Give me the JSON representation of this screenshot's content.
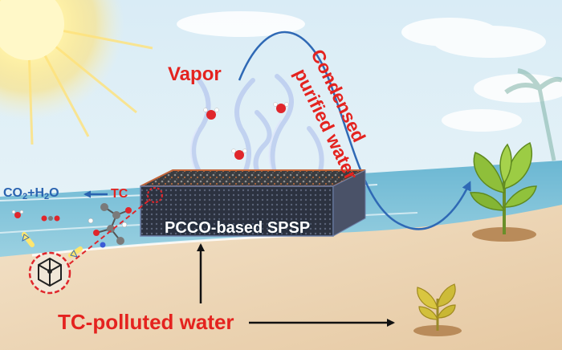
{
  "labels": {
    "vapor": "Vapor",
    "condensed": "Condensed",
    "purified_water": "purified water",
    "co2_prefix": "CO",
    "co2_sub1": "2",
    "co2_mid": "+H",
    "co2_sub2": "2",
    "co2_suffix": "O",
    "tc": "TC",
    "spsp": "PCCO-based SPSP",
    "polluted_water": "TC-polluted water"
  },
  "colors": {
    "label_red": "#e4231f",
    "label_blue": "#2a63b0",
    "flow_curve": "#2f69b5",
    "sea": "#57a9c9",
    "sand": "#ecd6b6"
  },
  "icons": [
    "sun-icon",
    "vapor-plume-icon",
    "water-molecule-icon",
    "tc-molecule-icon",
    "catalyst-cage-icon",
    "healthy-plant-icon",
    "wilted-plant-icon"
  ]
}
